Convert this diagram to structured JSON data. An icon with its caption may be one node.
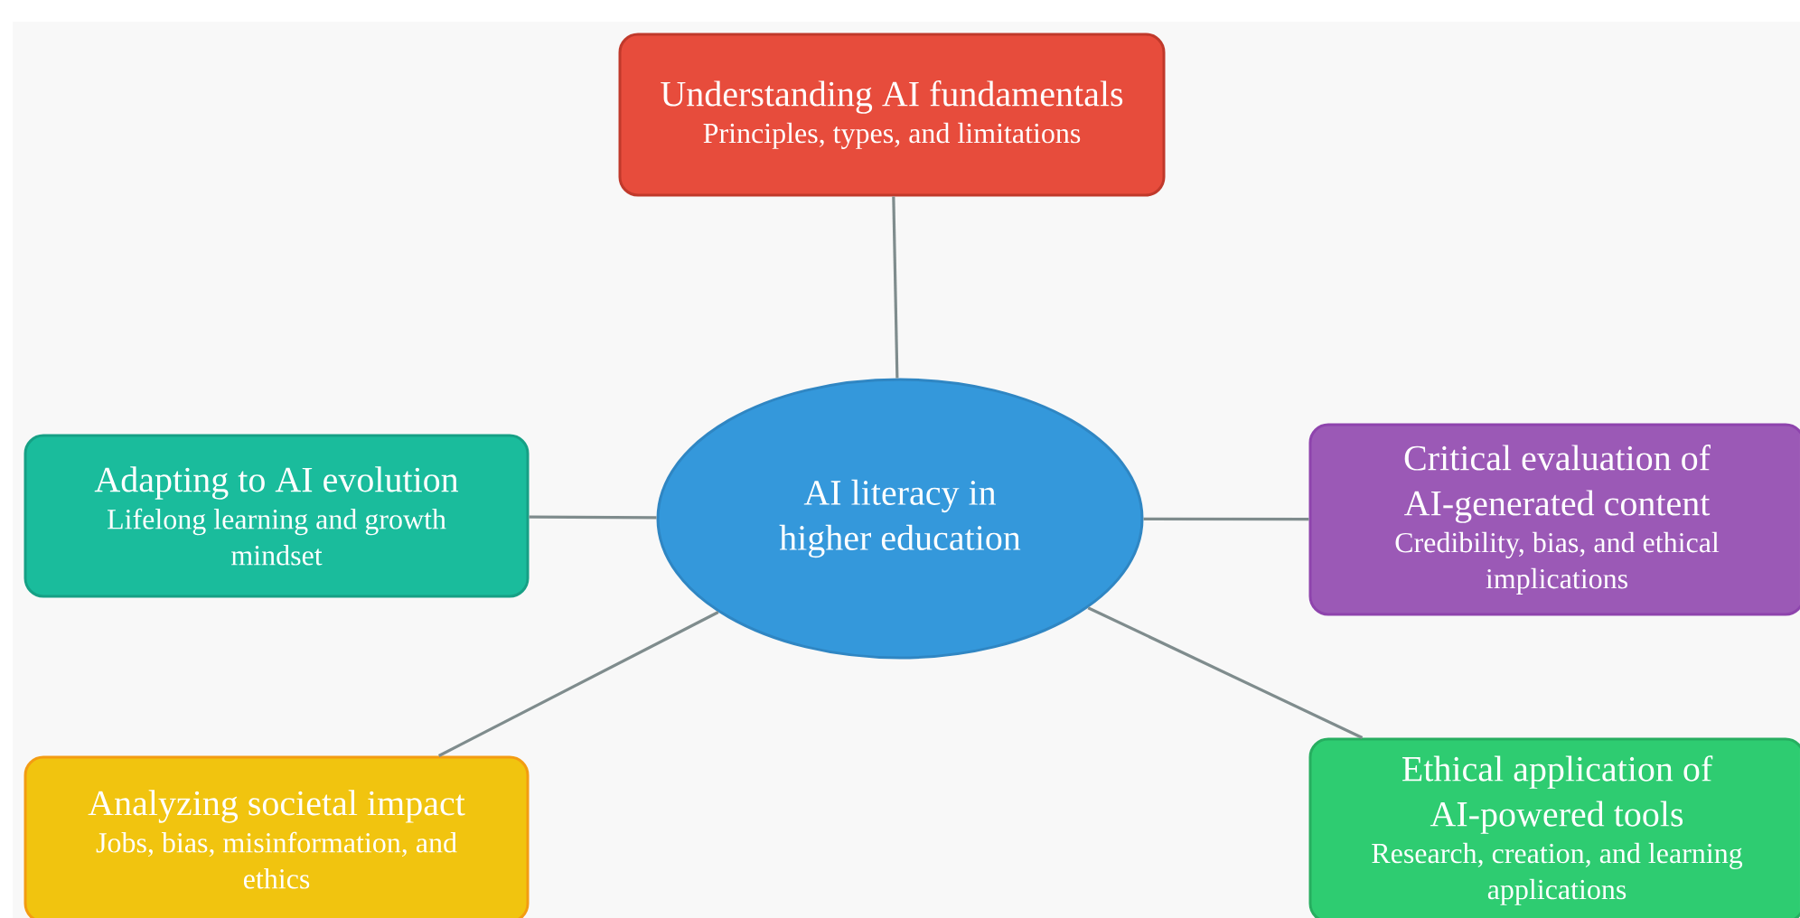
{
  "diagram": {
    "nodes": [
      {
        "text": [
          "AI literacy in higher education"
        ]
      },
      {
        "text": [
          "Understanding AI fundamentals",
          "Principles, types, and limitations"
        ]
      },
      {
        "text": [
          "Adapting to AI evolution",
          "Lifelong learning and growth mindset"
        ]
      },
      {
        "text": [
          "Critical evaluation of AI-generated content",
          "Credibility, bias, and ethical implications"
        ]
      },
      {
        "text": [
          "Analyzing societal impact",
          "Jobs, bias, misinformation, and ethics"
        ]
      },
      {
        "text": [
          "Ethical application of AI-powered tools",
          "Research, creation, and learning applications"
        ]
      }
    ],
    "edges": [
      {
        "from": 0,
        "to": 1,
        "arrow": "none"
      },
      {
        "from": 0,
        "to": 2,
        "arrow": "none"
      },
      {
        "from": 0,
        "to": 3,
        "arrow": "none"
      },
      {
        "from": 0,
        "to": 4,
        "arrow": "none"
      },
      {
        "from": 0,
        "to": 5,
        "arrow": "none"
      }
    ]
  }
}
